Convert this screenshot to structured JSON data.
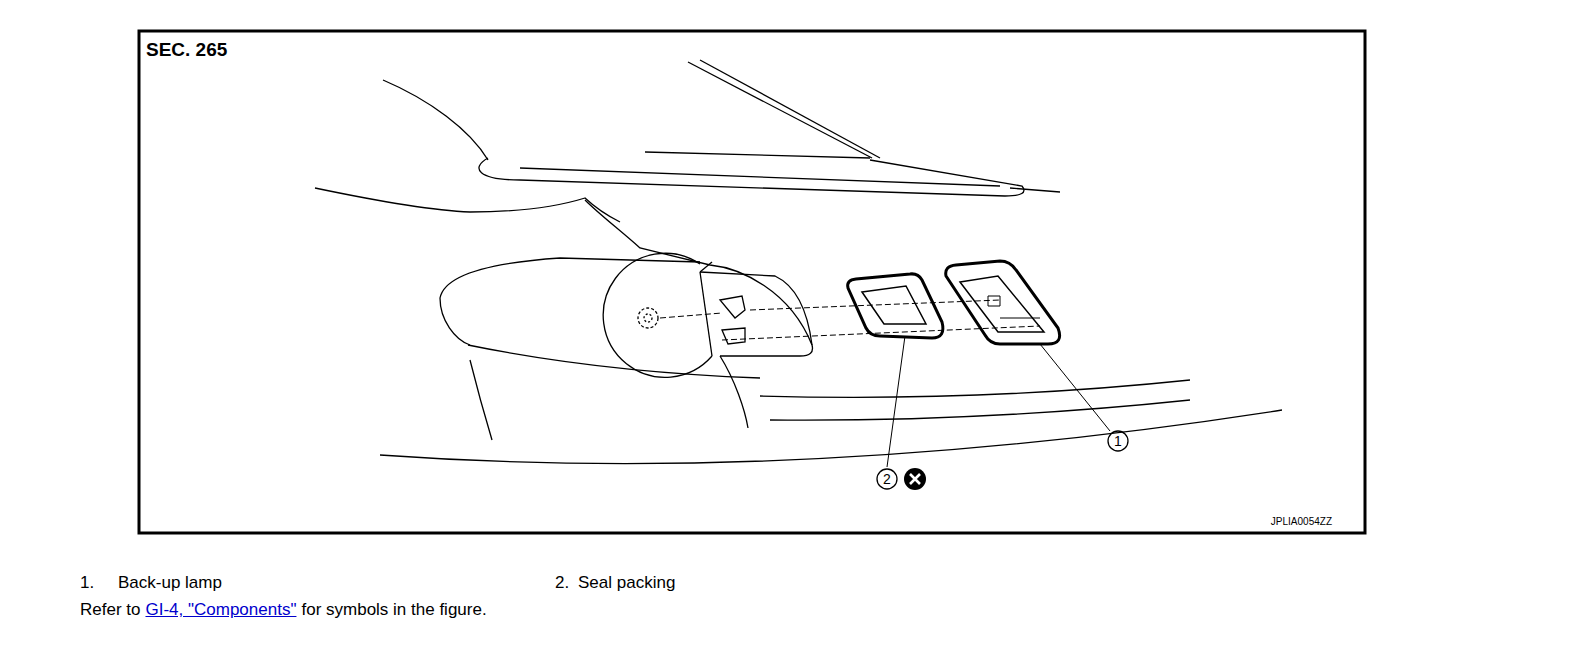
{
  "diagram": {
    "labels": [
      "SEC. 265",
      "1",
      "2",
      "JPLIA0054ZZ",
      "1.",
      "Back-up lamp",
      "2.",
      "Seal packing",
      "Refer to",
      "GI-4, \"Components\"",
      "for symbols in the figure."
    ]
  }
}
